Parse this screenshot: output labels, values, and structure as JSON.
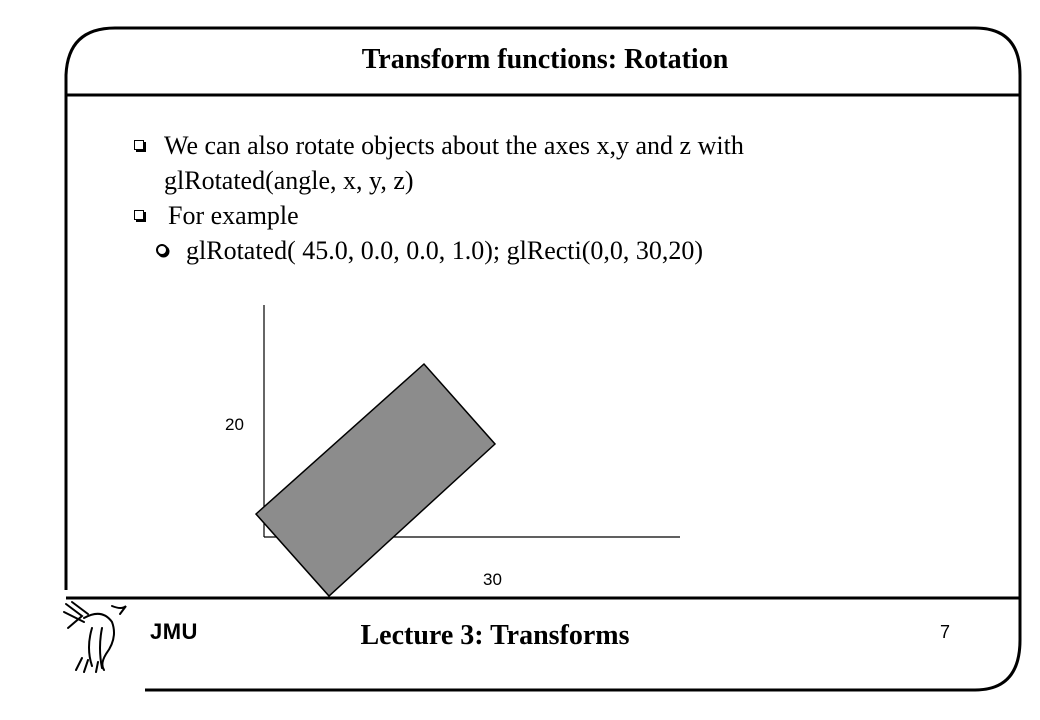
{
  "slide": {
    "title": "Transform functions: Rotation",
    "bullets": [
      {
        "line1": "We can also rotate objects about the axes x,y and z with",
        "line2": "glRotated(angle,  x, y, z)"
      },
      {
        "line1": "For example"
      }
    ],
    "sub_bullets": [
      {
        "text": "glRotated( 45.0, 0.0, 0.0, 1.0); glRecti(0,0, 30,20)"
      }
    ]
  },
  "diagram": {
    "y_label": "20",
    "x_label": "30",
    "rectangle_fill": "#8c8c8c"
  },
  "footer": {
    "title": "Lecture 3: Transforms",
    "org": "JMU",
    "page_number": "7"
  }
}
